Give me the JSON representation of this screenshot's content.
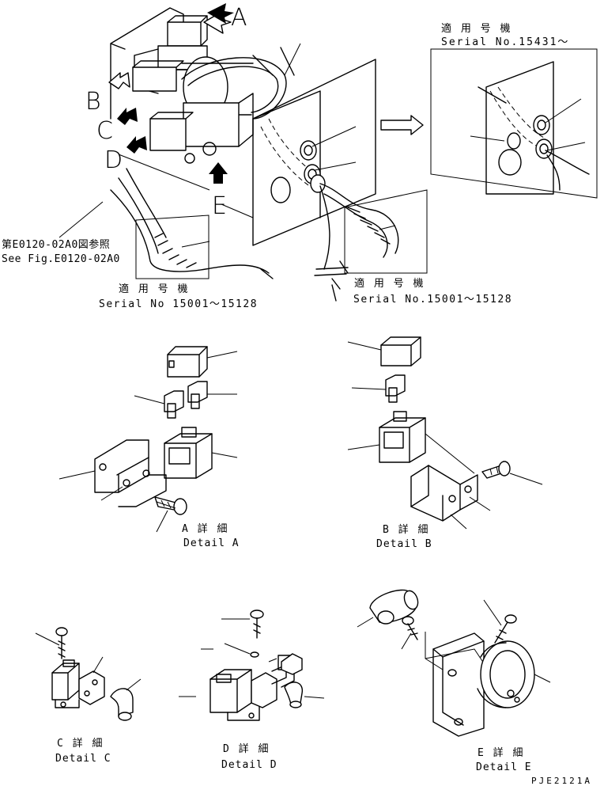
{
  "callouts": {
    "a": "A",
    "b": "B",
    "c": "C",
    "d": "D",
    "e": "E"
  },
  "notes": {
    "serial_top_right_jp": "適 用 号 機",
    "serial_top_right": "Serial No.15431～",
    "ref_jp": "第E0120-02A0図参照",
    "ref_en": "See Fig.E0120-02A0",
    "serial_left_jp": "適 用 号 機",
    "serial_left": "Serial No 15001～15128",
    "serial_mid_jp": "適 用 号 機",
    "serial_mid": "Serial No.15001～15128"
  },
  "details": {
    "a_jp": "A 詳 細",
    "a_en": "Detail A",
    "b_jp": "B 詳 細",
    "b_en": "Detail B",
    "c_jp": "C 詳 細",
    "c_en": "Detail C",
    "d_jp": "D 詳 細",
    "d_en": "Detail D",
    "e_jp": "E 詳 細",
    "e_en": "Detail E"
  },
  "drawing_code": "PJE2121A"
}
